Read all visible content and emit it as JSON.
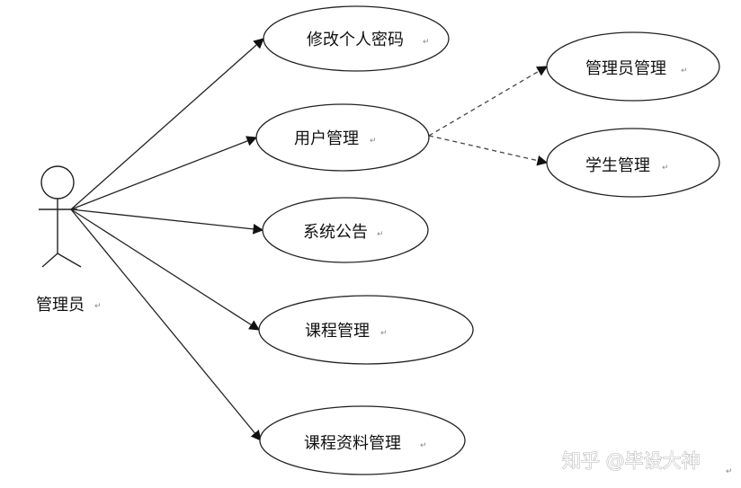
{
  "diagram": {
    "type": "use-case",
    "actor": {
      "id": "admin",
      "label": "管理员"
    },
    "use_cases": [
      {
        "id": "change_password",
        "label": "修改个人密码"
      },
      {
        "id": "user_management",
        "label": "用户管理"
      },
      {
        "id": "system_notice",
        "label": "系统公告"
      },
      {
        "id": "course_management",
        "label": "课程管理"
      },
      {
        "id": "course_material_management",
        "label": "课程资料管理"
      },
      {
        "id": "admin_management",
        "label": "管理员管理"
      },
      {
        "id": "student_management",
        "label": "学生管理"
      }
    ],
    "associations": [
      {
        "from": "admin",
        "to": "change_password",
        "style": "solid"
      },
      {
        "from": "admin",
        "to": "user_management",
        "style": "solid"
      },
      {
        "from": "admin",
        "to": "system_notice",
        "style": "solid"
      },
      {
        "from": "admin",
        "to": "course_management",
        "style": "solid"
      },
      {
        "from": "admin",
        "to": "course_material_management",
        "style": "solid"
      },
      {
        "from": "user_management",
        "to": "admin_management",
        "style": "dashed"
      },
      {
        "from": "user_management",
        "to": "student_management",
        "style": "dashed"
      }
    ],
    "paragraph_mark": "↵",
    "colors": {
      "line": "#222222",
      "dashed_line": "#444444",
      "text": "#111111",
      "watermark": "#9a9a9a"
    }
  },
  "watermark": {
    "text": "知乎 @毕设大神"
  }
}
